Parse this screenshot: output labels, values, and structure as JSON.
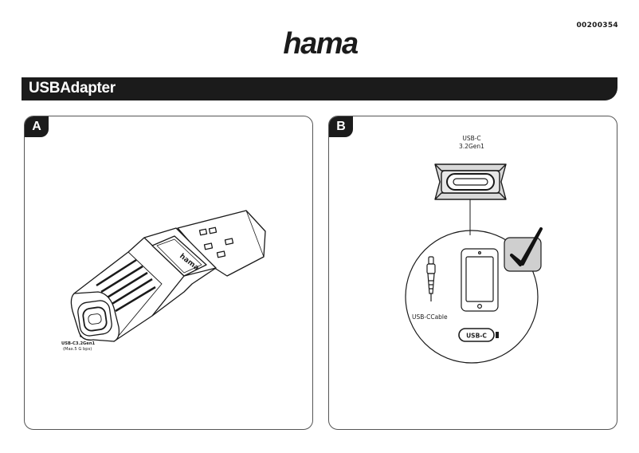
{
  "header": {
    "article_number": "00200354",
    "brand": "hama",
    "title": "USBAdapter"
  },
  "panels": {
    "a": {
      "badge": "A",
      "port_label": "USB-C3.2Gen1",
      "speed_label": "(Max.5 G bps)",
      "adapter_brand": "hama"
    },
    "b": {
      "badge": "B",
      "port_title_1": "USB-C",
      "port_title_2": "3.2Gen1",
      "cable_label": "USB-CCable",
      "device_tag": "USB-C"
    }
  },
  "colors": {
    "title_bar": "#1b1b1b",
    "outline": "#1a1a1a",
    "panel_border": "#555555"
  }
}
